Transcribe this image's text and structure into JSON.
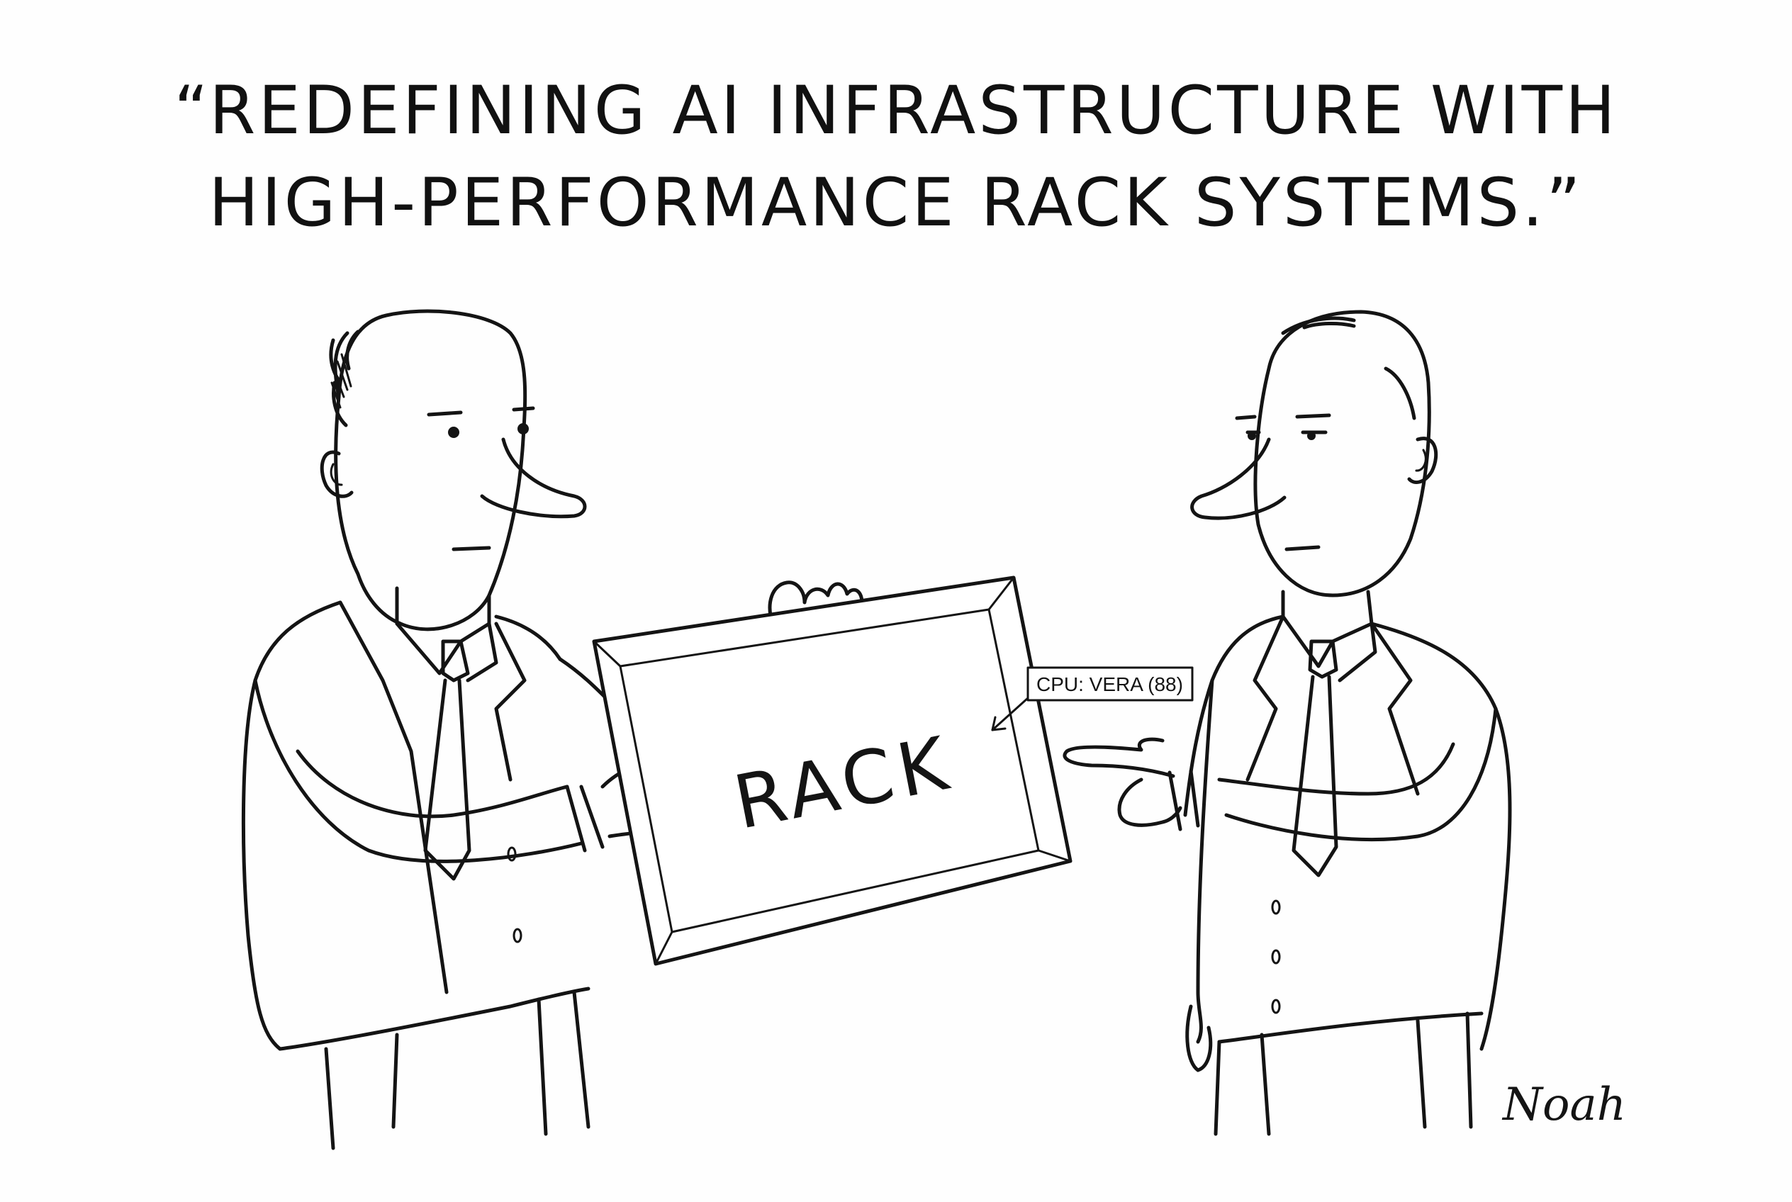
{
  "caption": {
    "line1": "“REDEFINING AI INFRASTRUCTURE WITH",
    "line2": "HIGH-PERFORMANCE RACK SYSTEMS.”"
  },
  "sign": {
    "label": "RACK"
  },
  "tag": {
    "label": "CPU: VERA (88)"
  },
  "signature": {
    "name": "Noah"
  },
  "colors": {
    "ink": "#141414",
    "paper": "#fefefe"
  }
}
